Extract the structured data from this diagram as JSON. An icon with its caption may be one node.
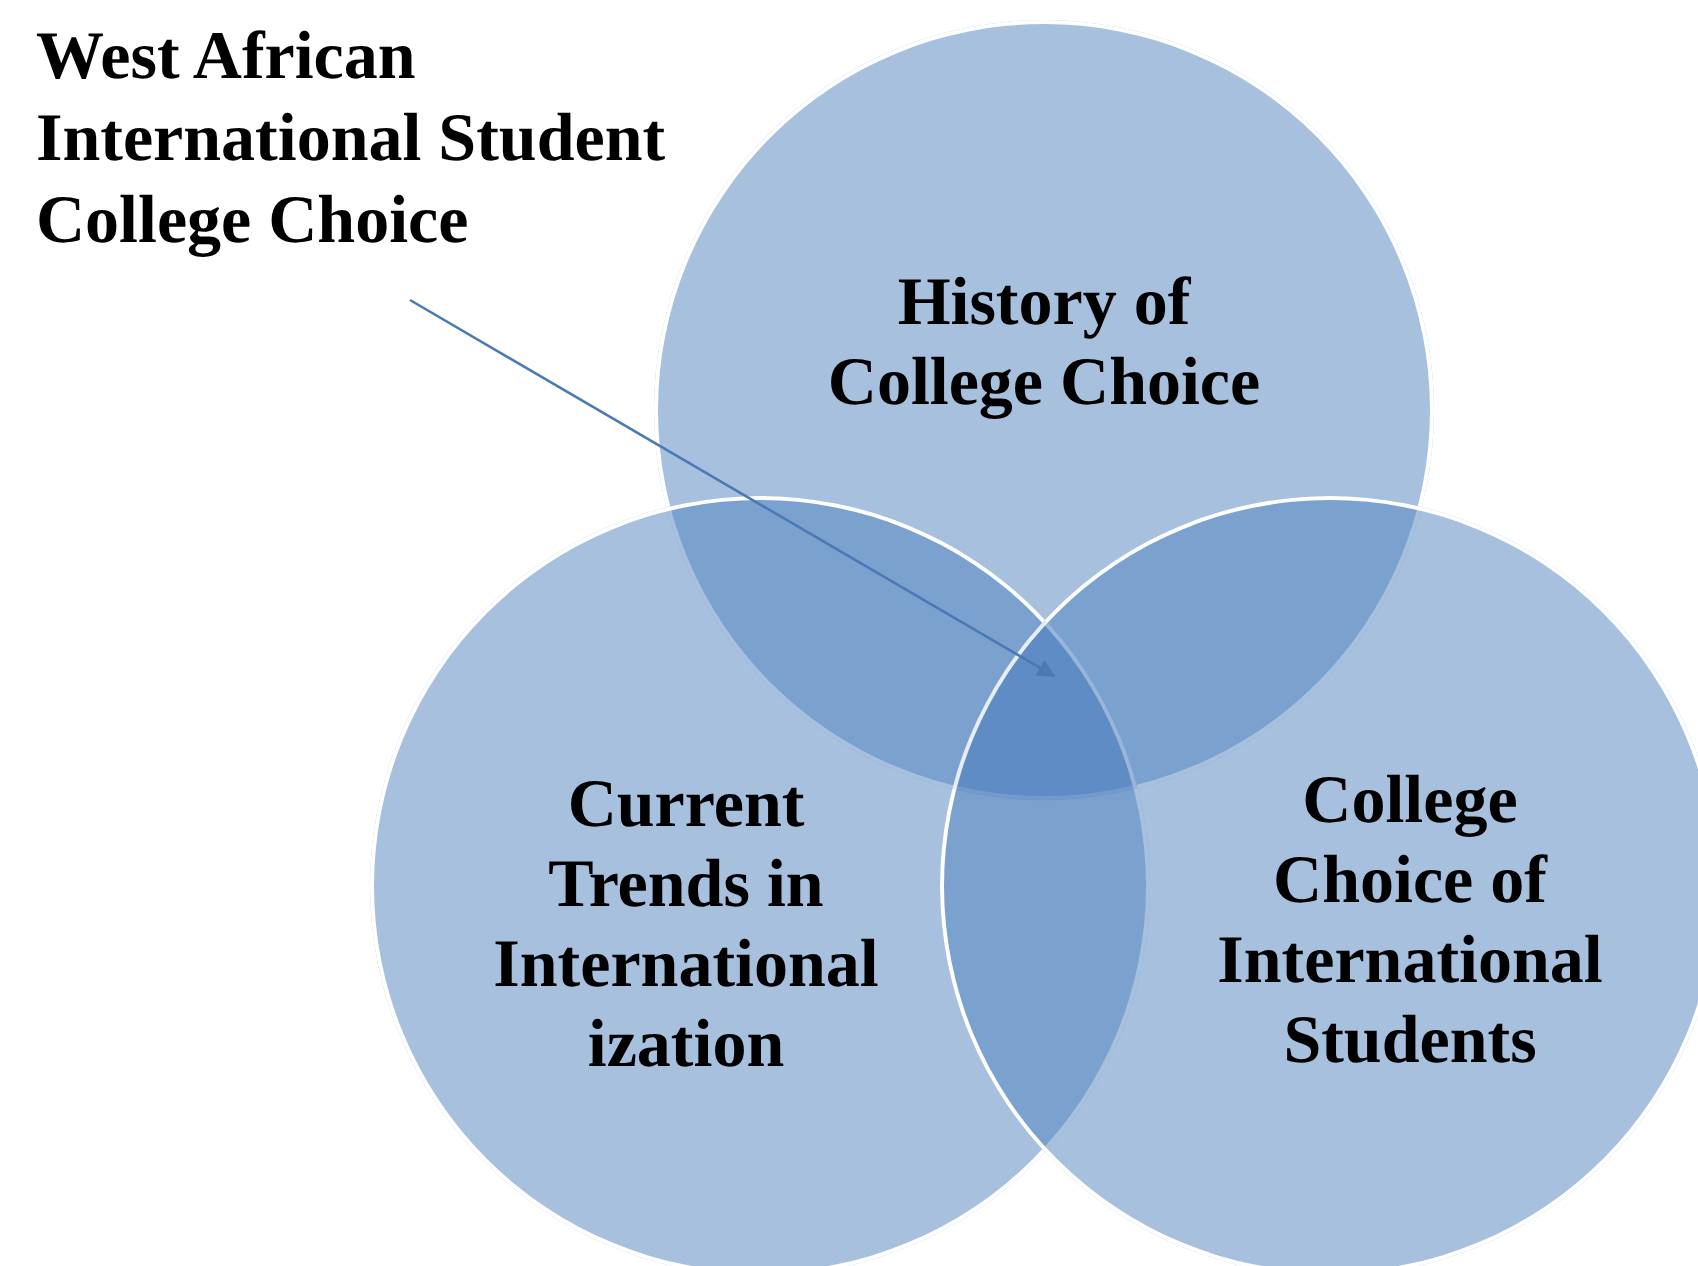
{
  "diagram": {
    "nodes": [
      {
        "text": [
          "West African International Student College Choice"
        ]
      },
      {
        "text": [
          "History of College Choice"
        ]
      },
      {
        "text": [
          "Current Trends in International ization"
        ]
      },
      {
        "text": [
          "College Choice of International Students"
        ]
      },
      {
        "text": [],
        "shape": "region"
      }
    ],
    "edges": [
      {
        "from": 0,
        "to": 4,
        "arrow": "to"
      }
    ]
  }
}
